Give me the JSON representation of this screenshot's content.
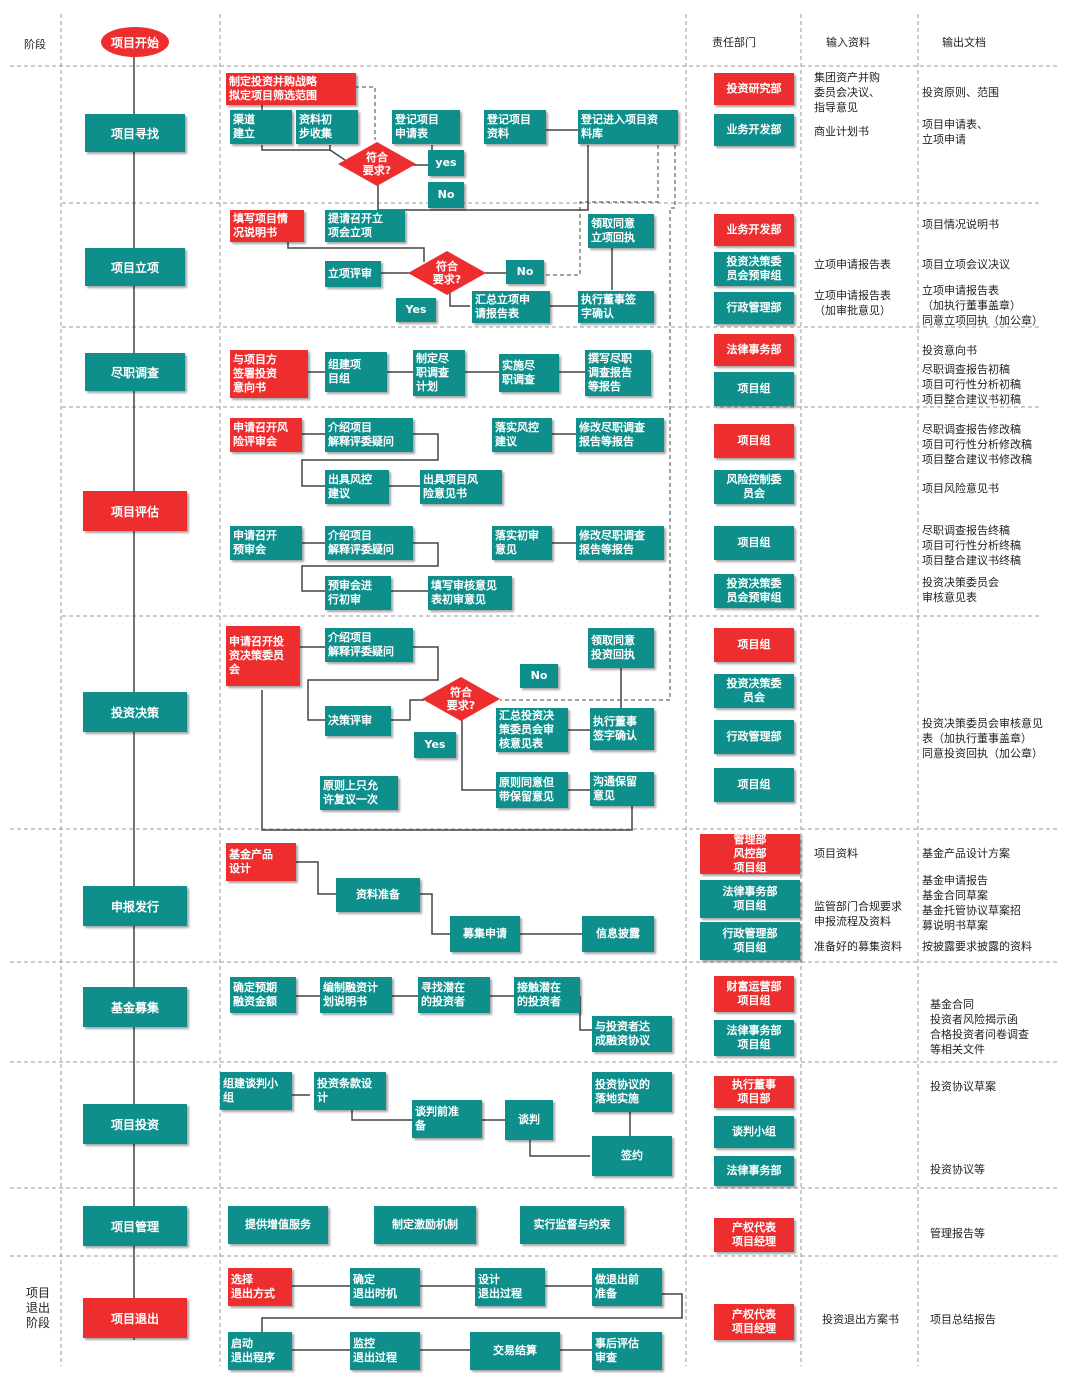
{
  "headers": {
    "stage": "阶段",
    "start": "项目开始",
    "dept": "责任部门",
    "input": "输入资料",
    "output": "输出文档"
  },
  "stages": [
    "项目寻找",
    "项目立项",
    "尽职调查",
    "项目评估",
    "投资决策",
    "申报发行",
    "基金募集",
    "项目投资",
    "项目管理",
    "项目退出"
  ],
  "exit_stage_label": "项目\n退出\n阶段",
  "flow": {
    "s1": [
      "制定投资并购战略\n拟定项目筛选范围",
      "渠道\n建立",
      "资料初\n步收集",
      "登记项目\n申请表",
      "登记项目\n资料",
      "登记进入项目资\n料库",
      "yes",
      "No"
    ],
    "s2": [
      "填写项目情\n况说明书",
      "提请召开立\n项会立项",
      "立项评审",
      "领取同意\n立项回执",
      "No",
      "汇总立项申\n请报告表",
      "执行董事签\n字确认",
      "Yes"
    ],
    "s3": [
      "与项目方\n签署投资\n意向书",
      "组建项\n目组",
      "制定尽\n职调查\n计划",
      "实施尽\n职调查",
      "撰写尽职\n调查报告\n等报告"
    ],
    "s4": [
      "申请召开风\n险评审会",
      "介绍项目\n解释评委疑问",
      "落实风控\n建议",
      "修改尽职调查\n报告等报告",
      "出具风控\n建议",
      "出具项目风\n险意见书",
      "申请召开\n预审会",
      "介绍项目\n解释评委疑问",
      "落实初审\n意见",
      "修改尽职调查\n报告等报告",
      "预审会进\n行初审",
      "填写审核意见\n表初审意见"
    ],
    "s5": [
      "申请召开投\n资决策委员\n会",
      "介绍项目\n解释评委疑问",
      "领取同意\n投资回执",
      "No",
      "决策评审",
      "汇总投资决\n策委员会审\n核意见表",
      "执行董事\n签字确认",
      "Yes",
      "原则上只允\n许复议一次",
      "原则同意但\n带保留意见",
      "沟通保留\n意见"
    ],
    "s6": [
      "基金产品\n设计",
      "资料准备",
      "募集申请",
      "信息披露"
    ],
    "s7": [
      "确定预期\n融资金额",
      "编制融资计\n划说明书",
      "寻找潜在\n的投资者",
      "接触潜在\n的投资者",
      "与投资者达\n成融资协议"
    ],
    "s8": [
      "组建谈判小\n组",
      "投资条款设\n计",
      "谈判前准\n备",
      "谈判",
      "投资协议的\n落地实施",
      "签约"
    ],
    "s9": [
      "提供增值服务",
      "制定激励机制",
      "实行监督与约束"
    ],
    "s10": [
      "选择\n退出方式",
      "确定\n退出时机",
      "设计\n退出过程",
      "做退出前\n准备",
      "启动\n退出程序",
      "监控\n退出过程",
      "交易结算",
      "事后评估\n审查"
    ]
  },
  "decision": {
    "a": "符合\n要求?",
    "b": "符合\n要求?",
    "c": "符合\n要求?"
  },
  "depts": [
    "投资研究部",
    "业务开发部",
    "业务开发部",
    "投资决策委\n员会预审组",
    "行政管理部",
    "法律事务部",
    "项目组",
    "项目组",
    "风险控制委\n员会",
    "项目组",
    "投资决策委\n员会预审组",
    "项目组",
    "投资决策委\n员会",
    "行政管理部",
    "项目组",
    "管理部\n风控部\n项目组",
    "法律事务部\n项目组",
    "行政管理部\n项目组",
    "财富运营部\n项目组",
    "法律事务部\n项目组",
    "执行董事\n项目部",
    "谈判小组",
    "法律事务部",
    "产权代表\n项目经理",
    "产权代表\n项目经理"
  ],
  "inputs": [
    "集团资产并购\n委员会决议、\n指导意见",
    "商业计划书",
    "立项申请报告表",
    "立项申请报告表\n（加审批意见）",
    "项目资料",
    "监管部门合规要求\n申报流程及资料",
    "准备好的募集资料",
    "投资退出方案书"
  ],
  "outputs": [
    "投资原则、范围",
    "项目申请表、\n立项申请",
    "项目情况说明书",
    "项目立项会议决议",
    "立项申请报告表\n（加执行董事盖章）\n同意立项回执（加公章）",
    "投资意向书",
    "尽职调查报告初稿\n项目可行性分析初稿\n项目整合建议书初稿",
    "尽职调查报告修改稿\n项目可行性分析修改稿\n项目整合建议书修改稿",
    "项目风险意见书",
    "尽职调查报告终稿\n项目可行性分析终稿\n项目整合建议书终稿",
    "投资决策委员会\n审核意见表",
    "投资决策委员会审核意见\n表（加执行董事盖章）\n同意投资回执（加公章）",
    "基金产品设计方案",
    "基金申请报告\n基金合同草案\n基金托管协议草案招\n募说明书草案",
    "按披露要求披露的资料",
    "基金合同\n投资者风险揭示函\n合格投资者问卷调查\n等相关文件",
    "投资协议草案",
    "投资协议等",
    "管理报告等",
    "项目总结报告"
  ]
}
